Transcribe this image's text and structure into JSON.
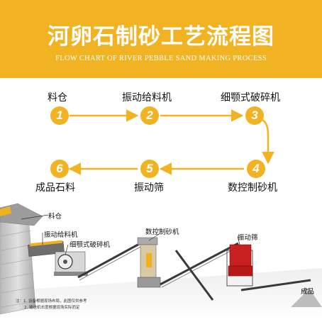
{
  "header": {
    "title": "河卵石制砂工艺流程图",
    "subtitle": "FLOW CHART OF RIVER PEBBLE SAND MAKING PROCESS"
  },
  "steps": [
    {
      "number": "1",
      "label": "料仓"
    },
    {
      "number": "2",
      "label": "振动给料机"
    },
    {
      "number": "3",
      "label": "细颚式破碎机"
    },
    {
      "number": "4",
      "label": "数控制砂机"
    },
    {
      "number": "5",
      "label": "振动筛"
    },
    {
      "number": "6",
      "label": "成品石料"
    }
  ],
  "scene": {
    "labels": {
      "hopper": "料仓",
      "feeder": "振动给料机",
      "crusher": "细颚式破碎机",
      "sand_maker": "数控制砂机",
      "screen": "振动筛",
      "product": "成品"
    },
    "notes": [
      "注：1. 设备根据现场布局，此图仅供参考",
      "2. 输送机长度根据现场实际而定"
    ]
  },
  "colors": {
    "accent": "#f2b323",
    "banner_text": "#ffffff",
    "label_text": "#111111"
  }
}
